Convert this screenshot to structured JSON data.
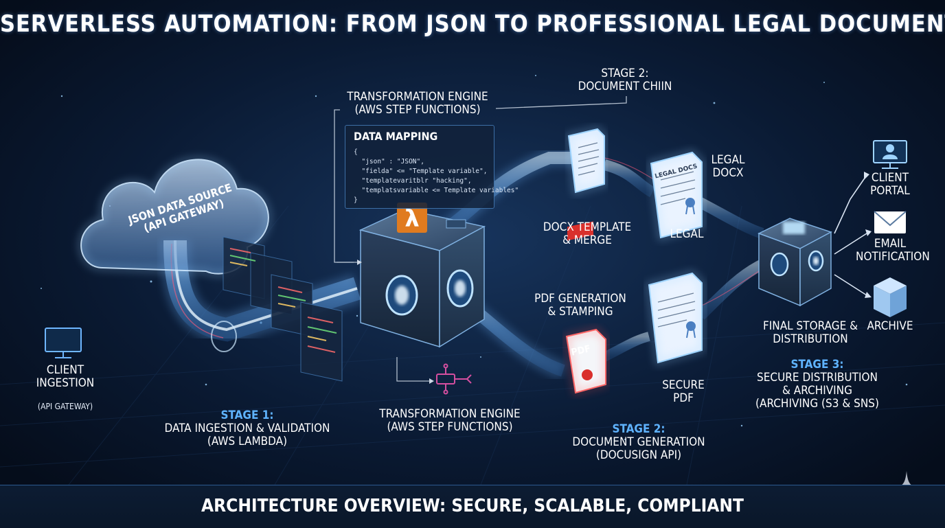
{
  "title": "Serverless Automation: From JSON to Professional Legal Document",
  "footer": "Architecture Overview: Secure, Scalable, Compliant",
  "labels": {
    "client_ingestion": [
      "CLIENT",
      "INGESTION"
    ],
    "api_gateway_note": "(API GATEWAY)",
    "cloud": [
      "JSON DATA SOURCE",
      "(API GATEWAY)"
    ],
    "stage1": {
      "stage": "STAGE 1:",
      "lines": [
        "DATA INGESTION & VALIDATION",
        "(AWS LAMBDA)"
      ]
    },
    "engine_top": [
      "TRANSFORMATION ENGINE",
      "(AWS STEP FUNCTIONS)"
    ],
    "engine_bottom": [
      "TRANSFORMATION ENGINE",
      "(AWS STEP FUNCTIONS)"
    ],
    "stage2_top": [
      "STAGE 2:",
      "DOCUMENT CHIIN"
    ],
    "docx_template": [
      "DOCX TEMPLATE",
      "& MERGE"
    ],
    "legal_docx": [
      "LEGAL",
      "DOCX"
    ],
    "legal": "LEGAL",
    "pdf_generation": [
      "PDF GENERATION",
      "& STAMPING"
    ],
    "secure_pdf": [
      "SECURE",
      "PDF"
    ],
    "stage2_bottom": {
      "stage": "STAGE 2:",
      "lines": [
        "DOCUMENT GENERATION",
        "(DOCUSIGN API)"
      ]
    },
    "final_storage": [
      "FINAL STORAGE &",
      "DISTRIBUTION"
    ],
    "stage3": {
      "stage": "STAGE 3:",
      "lines": [
        "SECURE DISTRIBUTION",
        "& ARCHIVING",
        "(ARCHIVING (S3 & SNS)"
      ]
    },
    "client_portal": [
      "CLIENT",
      "PORTAL"
    ],
    "email_notification": [
      "EMAIL",
      "NOTIFICATION"
    ],
    "archive": "ARCHIVE",
    "pdf_badge": "PDF",
    "doc_header_legal": "LEGAL DOCS"
  },
  "data_mapping": {
    "heading": "DATA MAPPING",
    "lines": [
      "{",
      "  \"json\" : \"JSON\",",
      "  \"fielda\" <= \"Template variable\",",
      "  \"templatevaritblr \"hacking\",",
      "  \"templatsvariable <= Template variables\"",
      "}"
    ]
  },
  "colors": {
    "background": "#06101f",
    "accent_blue": "#5fb3ff",
    "glow": "#9fd4ff",
    "pdf_red": "#d9302c",
    "lambda_orange": "#e07b1f"
  },
  "icons": [
    "monitor-icon",
    "cloud-icon",
    "lambda-icon",
    "step-functions-icon",
    "pdf-icon",
    "document-icon",
    "user-monitor-icon",
    "envelope-icon",
    "archive-box-icon",
    "sparkle-icon"
  ]
}
